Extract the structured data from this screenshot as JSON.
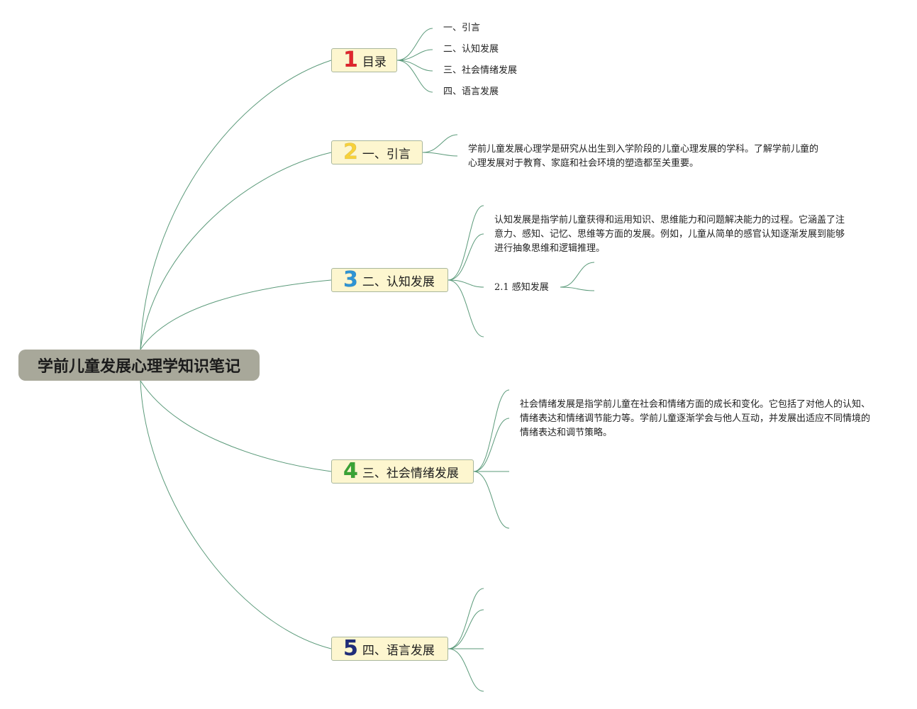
{
  "root": {
    "title": "学前儿童发展心理学知识笔记"
  },
  "colors": {
    "root_bg": "#a8a89a",
    "branch_bg": "#fdf6cf",
    "branch_border": "#a9b79d",
    "link": "#5b9a7a",
    "num1": "#e0262d",
    "num2": "#f7d13a",
    "num3": "#2f94d4",
    "num4": "#3aa335",
    "num5": "#1f2d7a"
  },
  "branches": [
    {
      "num": "1",
      "label": "目录",
      "children": [
        "一、引言",
        "二、认知发展",
        "三、社会情绪发展",
        "四、语言发展"
      ]
    },
    {
      "num": "2",
      "label": "一、引言",
      "paragraph": "学前儿童发展心理学是研究从出生到入学阶段的儿童心理发展的学科。了解学前儿童的心理发展对于教育、家庭和社会环境的塑造都至关重要。"
    },
    {
      "num": "3",
      "label": "二、认知发展",
      "paragraph": "认知发展是指学前儿童获得和运用知识、思维能力和问题解决能力的过程。它涵盖了注意力、感知、记忆、思维等方面的发展。例如，儿童从简单的感官认知逐渐发展到能够进行抽象思维和逻辑推理。",
      "subtopic": "2.1 感知发展"
    },
    {
      "num": "4",
      "label": "三、社会情绪发展",
      "paragraph": "社会情绪发展是指学前儿童在社会和情绪方面的成长和变化。它包括了对他人的认知、情绪表达和情绪调节能力等。学前儿童逐渐学会与他人互动，并发展出适应不同情境的情绪表达和调节策略。"
    },
    {
      "num": "5",
      "label": "四、语言发展"
    }
  ]
}
